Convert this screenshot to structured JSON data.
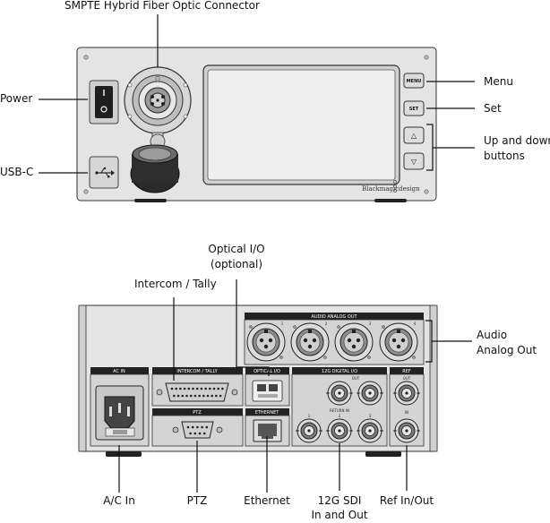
{
  "front_panel": {
    "callouts": {
      "smpte": "SMPTE Hybrid Fiber Optic Connector",
      "power": "Power",
      "usbc": "USB-C",
      "menu": "Menu",
      "set": "Set",
      "updown_line1": "Up and down",
      "updown_line2": "buttons"
    },
    "buttons": {
      "menu": "MENU",
      "set": "SET",
      "up": "△",
      "down": "▽"
    },
    "brand": "Blackmagicdesign"
  },
  "rear_panel": {
    "callouts": {
      "optical_line1": "Optical I/O",
      "optical_line2": "(optional)",
      "intercom": "Intercom / Tally",
      "audio_line1": "Audio",
      "audio_line2": "Analog Out",
      "ac_in": "A/C In",
      "ptz": "PTZ",
      "ethernet": "Ethernet",
      "sdi_line1": "12G SDI",
      "sdi_line2": "In and Out",
      "ref": "Ref In/Out"
    },
    "section_labels": {
      "audio_analog_out": "AUDIO ANALOG OUT",
      "ac_in": "AC IN",
      "intercom_tally": "INTERCOM / TALLY",
      "optical_io": "OPTICAL I/O",
      "digital_io": "12G DIGITAL I/O",
      "ref": "REF",
      "ptz": "PTZ",
      "ethernet": "ETHERNET",
      "out": "OUT",
      "return_in": "RETURN IN",
      "ref_out": "OUT",
      "ref_in": "IN"
    },
    "xlr_numbers": [
      "1",
      "2",
      "3",
      "4"
    ],
    "sdi_numbers": [
      "1",
      "2",
      "3"
    ]
  }
}
